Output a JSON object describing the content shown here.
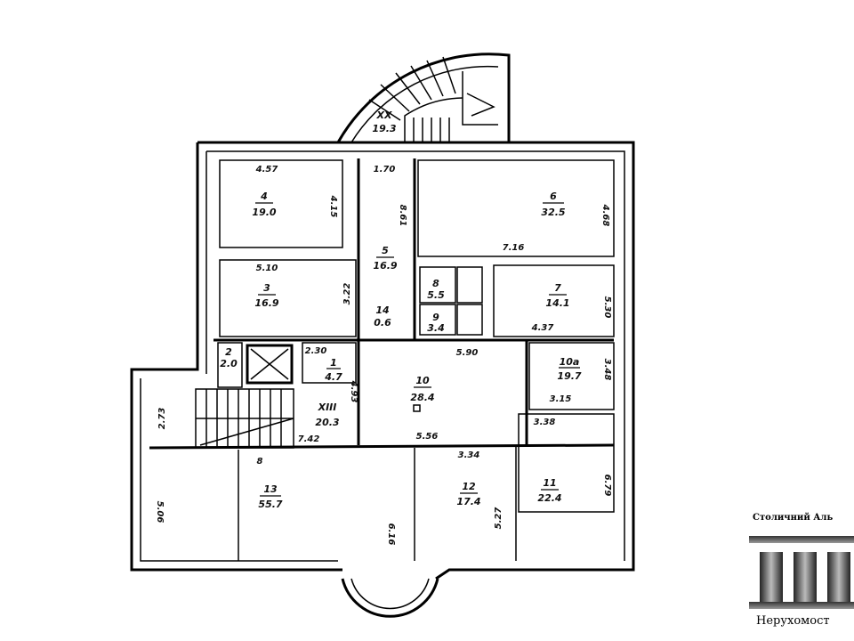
{
  "plan": {
    "rooms": [
      {
        "id": "4",
        "area": "19.0"
      },
      {
        "id": "5",
        "area": "16.9"
      },
      {
        "id": "6",
        "area": "32.5"
      },
      {
        "id": "3",
        "area": "16.9"
      },
      {
        "id": "8",
        "area": "5.5"
      },
      {
        "id": "9",
        "area": "3.4"
      },
      {
        "id": "7",
        "area": "14.1"
      },
      {
        "id": "14",
        "area": "0.6"
      },
      {
        "id": "2",
        "area": "2.0"
      },
      {
        "id": "1",
        "area": "4.7"
      },
      {
        "id": "XIII",
        "area": "20.3"
      },
      {
        "id": "10",
        "area": "28.4"
      },
      {
        "id": "10a",
        "area": "19.7"
      },
      {
        "id": "11",
        "area": "22.4"
      },
      {
        "id": "12",
        "area": "17.4"
      },
      {
        "id": "13",
        "area": "55.7"
      },
      {
        "id": "XX",
        "area": "19.3"
      }
    ],
    "dimensions": [
      "4.57",
      "4.15",
      "1.70",
      "8.61",
      "7.16",
      "4.68",
      "5.10",
      "3.22",
      "4.37",
      "5.30",
      "2.30",
      "5.90",
      "4.93",
      "3.48",
      "3.15",
      "2.73",
      "7.42",
      "5.56",
      "3.38",
      "3.34",
      "6.79",
      "5.27",
      "5.06",
      "6.16",
      "8"
    ]
  },
  "logo": {
    "top_text": "Столичний Аль",
    "bottom_text": "Нерухомост"
  }
}
